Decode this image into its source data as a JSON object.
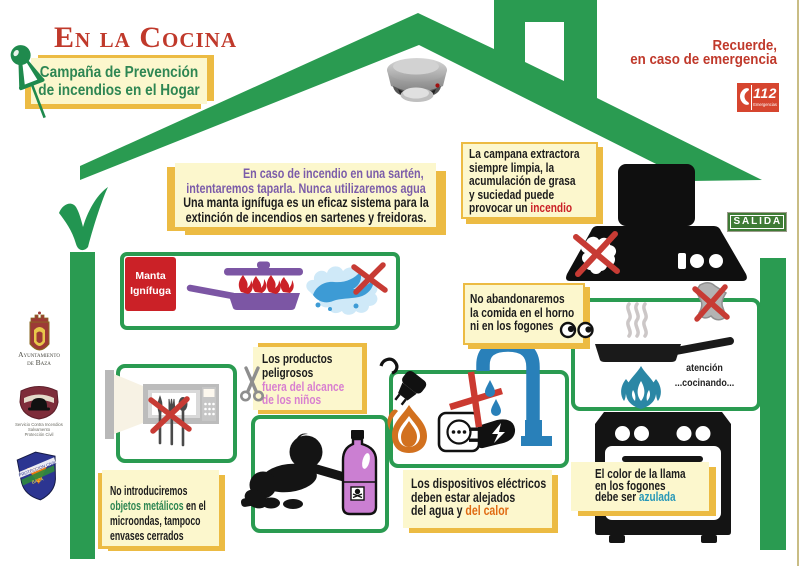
{
  "poster": {
    "title": "En la Cocina",
    "campaign": {
      "lines": [
        [
          {
            "t": "Campaña de Prevención",
            "c": "green"
          }
        ],
        [
          {
            "t": "de incendios en el Hogar",
            "c": "green"
          }
        ]
      ]
    },
    "emergency": {
      "line1": "Recuerde,",
      "line2": "en caso de emergencia"
    },
    "badge112": {
      "number": "112",
      "caption": "Emergencias"
    },
    "exit_sign": "SALIDA",
    "blanket_label": {
      "line1": "Manta",
      "line2": "Ignífuga"
    },
    "cooking_caption": {
      "line1": "atención",
      "line2": "...cocinando..."
    },
    "notes": {
      "pan_fire": {
        "lines": [
          [
            {
              "t": "En caso de incendio en una sartén,",
              "c": "purple"
            }
          ],
          [
            {
              "t": "intentaremos taparla. Nunca utilizaremos agua",
              "c": "purple"
            }
          ],
          [
            {
              "t": "Una manta ignífuga es un eficaz sistema para la",
              "c": null
            }
          ],
          [
            {
              "t": "extinción de incendios en sartenes y freidoras.",
              "c": null
            }
          ]
        ]
      },
      "hood": {
        "lines": [
          [
            {
              "t": "La campana extractora",
              "c": null
            }
          ],
          [
            {
              "t": "siempre limpia, la",
              "c": null
            }
          ],
          [
            {
              "t": "acumulación de grasa",
              "c": null
            }
          ],
          [
            {
              "t": "y suciedad puede",
              "c": null
            }
          ],
          [
            {
              "t": "provocar un ",
              "c": null
            },
            {
              "t": "incendio",
              "c": "red"
            }
          ]
        ]
      },
      "food": {
        "lines": [
          [
            {
              "t": "No abandonaremos",
              "c": null
            }
          ],
          [
            {
              "t": "la comida en el horno",
              "c": null
            }
          ],
          [
            {
              "t": "ni en los fogones",
              "c": null
            }
          ]
        ]
      },
      "products": {
        "lines": [
          [
            {
              "t": "Los productos",
              "c": null
            }
          ],
          [
            {
              "t": "peligrosos",
              "c": null
            }
          ],
          [
            {
              "t": "fuera del alcance",
              "c": "pink"
            }
          ],
          [
            {
              "t": "de los niños",
              "c": "pink"
            }
          ]
        ]
      },
      "microwave": {
        "lines": [
          [
            {
              "t": "No introduciremos",
              "c": null
            }
          ],
          [
            {
              "t": "objetos metálicos",
              "c": "green"
            },
            {
              "t": " en el",
              "c": null
            }
          ],
          [
            {
              "t": "microondas, tampoco",
              "c": null
            }
          ],
          [
            {
              "t": "envases cerrados",
              "c": null
            }
          ]
        ]
      },
      "electric": {
        "lines": [
          [
            {
              "t": "Los dispositivos eléctricos",
              "c": null
            }
          ],
          [
            {
              "t": "deben estar alejados",
              "c": null
            }
          ],
          [
            {
              "t": "del agua y ",
              "c": null
            },
            {
              "t": "del calor",
              "c": "orange"
            }
          ]
        ]
      },
      "flame": {
        "lines": [
          [
            {
              "t": "El color de la llama",
              "c": null
            }
          ],
          [
            {
              "t": "en los fogones",
              "c": null
            }
          ],
          [
            {
              "t": "debe ser ",
              "c": null
            },
            {
              "t": "azulada",
              "c": "teal"
            }
          ]
        ]
      }
    },
    "logos": {
      "council_caption": {
        "line1": "Ayuntamiento",
        "line2": "de Baza"
      },
      "fire_caption": {
        "line1": "Servicio Contra Incendios",
        "line2": "Salvamento",
        "line3": "Protección Civil"
      },
      "civil_protection": {
        "banner": "PROTECCIÓN CIVIL",
        "base": "BAZA"
      }
    },
    "colors": {
      "green": "#2a9b51",
      "red": "#c0392b",
      "accent-red": "#cb2127",
      "note-bg": "#fcf7cd",
      "note-shadow": "#ecbb43",
      "purple": "#7b5ca9",
      "pink": "#d87fd0",
      "text-green": "#2e8653",
      "orange": "#e06a12",
      "teal": "#2697b8",
      "ink": "#1c1c1c",
      "salida-bg": "#3e7b35",
      "badge-red": "#d6452f",
      "faucet-blue": "#2980b9",
      "flame-teal": "#2b87a5",
      "flame-orange": "#d2711f",
      "pan-purple": "#7c56a4",
      "bottle-purple": "#cb7fd2",
      "cross-red": "#c73b34",
      "tan": "#c9bd85"
    }
  }
}
